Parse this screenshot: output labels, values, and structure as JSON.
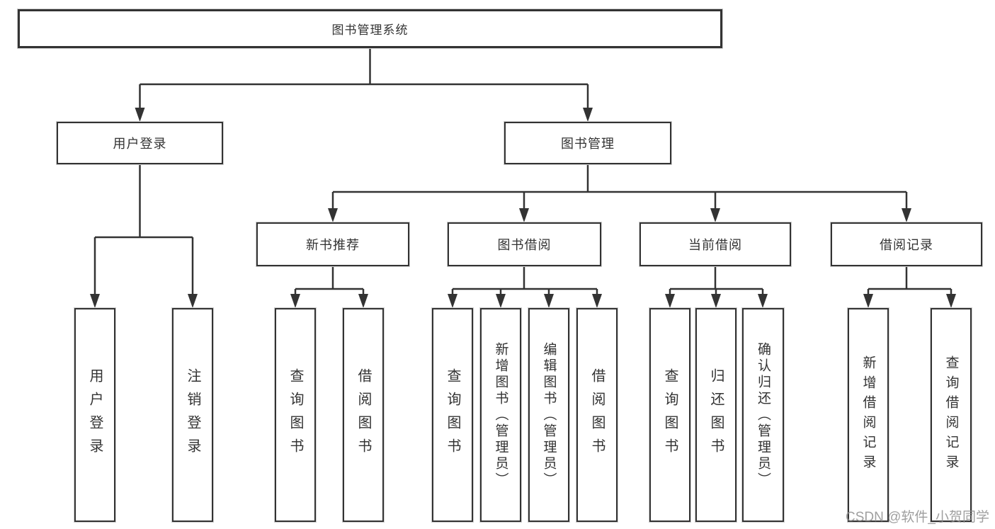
{
  "diagram": {
    "title": "图书管理系统",
    "branches": [
      {
        "label": "用户登录",
        "children": [
          {
            "label": "用户登录"
          },
          {
            "label": "注销登录"
          }
        ]
      },
      {
        "label": "图书管理",
        "groups": [
          {
            "label": "新书推荐",
            "children": [
              {
                "label": "查询图书"
              },
              {
                "label": "借阅图书"
              }
            ]
          },
          {
            "label": "图书借阅",
            "children": [
              {
                "label": "查询图书"
              },
              {
                "label": "新增图书（管理员）"
              },
              {
                "label": "编辑图书（管理员）"
              },
              {
                "label": "借阅图书"
              }
            ]
          },
          {
            "label": "当前借阅",
            "children": [
              {
                "label": "查询图书"
              },
              {
                "label": "归还图书"
              },
              {
                "label": "确认归还（管理员）"
              }
            ]
          },
          {
            "label": "借阅记录",
            "children": [
              {
                "label": "新增借阅记录"
              },
              {
                "label": "查询借阅记录"
              }
            ]
          }
        ]
      }
    ]
  },
  "watermark": {
    "text": "CSDN @软件_小贺同学"
  },
  "colors": {
    "line": "#333333",
    "text": "#333333",
    "watermark": "#8f8f8f",
    "background": "#ffffff"
  }
}
